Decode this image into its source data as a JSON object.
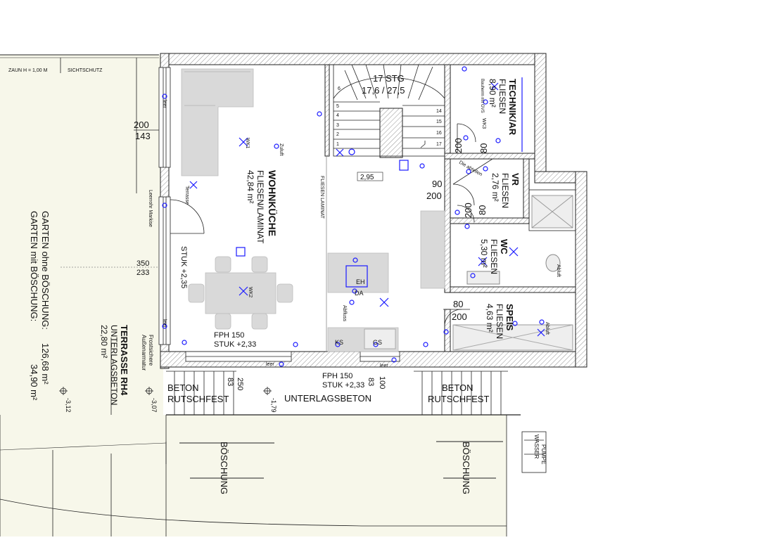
{
  "fence_label": "ZAUN H = 1,00 M",
  "privacy_label": "SICHTSCHUTZ",
  "garden": {
    "line1_label": "GARTEN ohne BÖSCHUNG:",
    "line1_value": "126,68 m²",
    "line2_label": "GARTEN mit BÖSCHUNG:",
    "line2_value": "34,90 m²"
  },
  "terrace": {
    "name": "TERRASSE RH4",
    "floor": "UNTERLAGSBETON",
    "area": "22,80 m²",
    "frost": "Frostsichere",
    "frost2": "Außenarmatur"
  },
  "levels": {
    "l1": "-3,12",
    "l2": "-3,07",
    "l3": "-1,79"
  },
  "rooms": {
    "wohnkueche": {
      "name": "WOHNKÜCHE",
      "floor": "FLIESEN/LAMINAT",
      "area": "42,84 m²"
    },
    "technik": {
      "name": "TECHNIK/AR",
      "floor": "FLIESEN",
      "area": "8,90 m²",
      "note": "Bauherrn mit GVS"
    },
    "vr": {
      "name": "VR",
      "floor": "FLIESEN",
      "area": "2,76 m²"
    },
    "wc": {
      "name": "WC",
      "floor": "FLIESEN",
      "area": "5,30 m²"
    },
    "speis": {
      "name": "SPEIS",
      "floor": "FLIESEN",
      "area": "4,63 m²"
    }
  },
  "stairs": {
    "steps": "17 STG",
    "ratio": "17,6 / 27,5",
    "numbers": [
      "6",
      "5",
      "4",
      "3",
      "2",
      "1",
      "14",
      "15",
      "16",
      "17"
    ]
  },
  "openings": {
    "win1_w": "200",
    "win1_h": "143",
    "win2_w": "350",
    "win2_h": "233",
    "tech_door_w": "200",
    "tech_door_h": "80",
    "vr_door_w": "90",
    "vr_door_h": "200",
    "wc_door_w": "200",
    "wc_door_h": "80",
    "speis_door_w": "80",
    "speis_door_h": "200",
    "stuk1": "STUK +2,35",
    "fph1": "FPH 150",
    "stuk2": "STUK +2,33",
    "fph2": "FPH 150",
    "stuk3": "STUK +2,33",
    "dim_83a": "83",
    "dim_250": "250",
    "dim_83b": "83",
    "dim_100": "100"
  },
  "labels": {
    "laminat": "FLIESEN LAMINAT",
    "level_295": "2,95",
    "eh": "EH",
    "da": "DA",
    "ks": "KS",
    "gs": "GS",
    "leer": "leer",
    "abfluss": "Abfluss",
    "zuluft": "Zuluft",
    "abluft": "Abluft",
    "wk1": "WK1",
    "wk2": "WK2",
    "wk3": "WK3",
    "leerrohr": "Leerrohr Markise",
    "terrasse_small": "Terrasse",
    "diagonal": "Die abteilen",
    "pumpe": "PUMPE",
    "wasser": "WASSER"
  },
  "outside": {
    "beton_left_1": "BETON",
    "beton_left_2": "RUTSCHFEST",
    "unterlags": "UNTERLAGSBETON",
    "beton_right_1": "BETON",
    "beton_right_2": "RUTSCHFEST",
    "boeschung_left": "BÖSCHUNG",
    "boeschung_right": "BÖSCHUNG"
  }
}
